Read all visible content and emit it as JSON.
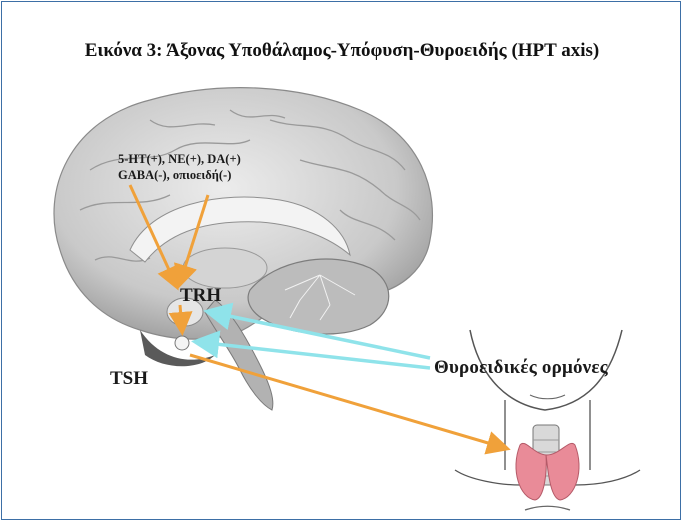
{
  "title": "Εικόνα 3: Άξονας Υποθάλαμος-Υπόφυση-Θυροειδής (HPT axis)",
  "labels": {
    "neurotransmitters_line1": "5-HT(+), NE(+), DA(+)",
    "neurotransmitters_line2": "GABA(-), οπιοειδή(-)",
    "trh": "TRH",
    "tsh": "TSH",
    "thyroid_hormones": "Θυροειδικές ορμόνες"
  },
  "colors": {
    "stimulation_arrow": "#f0a13a",
    "feedback_arrow": "#8fe3ea",
    "frame": "#3d6fa6",
    "thyroid": "#e98b98"
  }
}
